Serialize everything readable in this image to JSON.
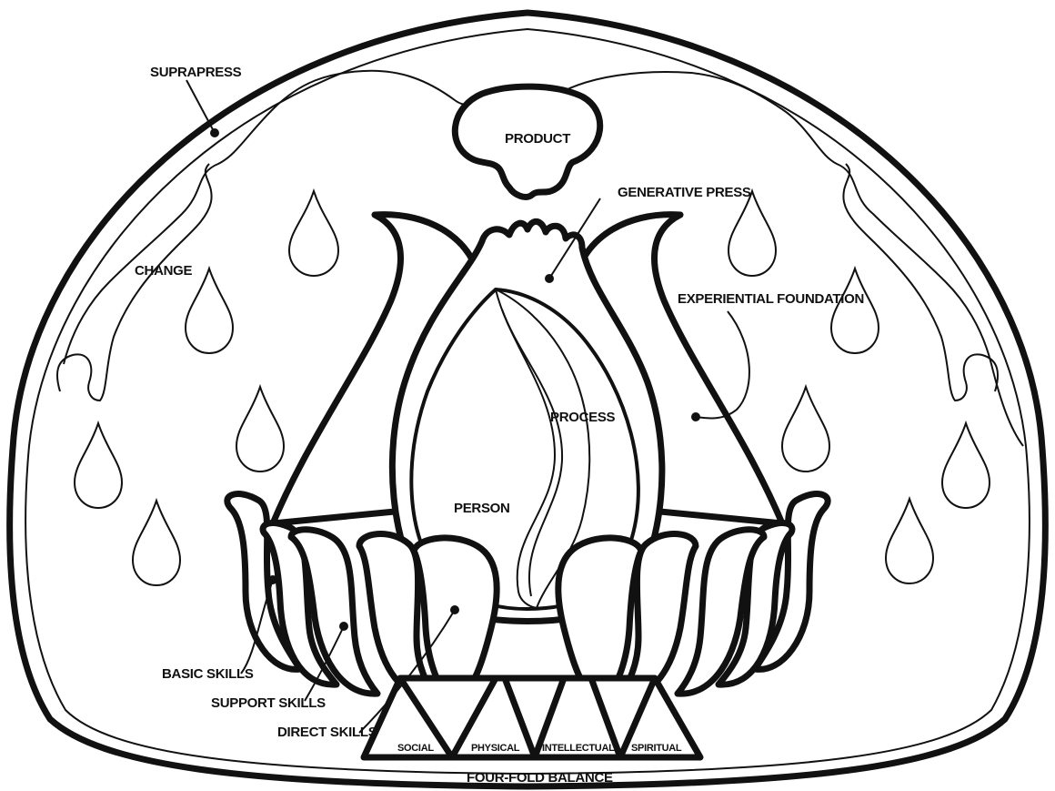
{
  "labels": {
    "suprapress": "SUPRAPRESS",
    "change": "CHANGE",
    "product": "PRODUCT",
    "generative_press": "GENERATIVE PRESS",
    "experiential_foundation": "EXPERIENTIAL FOUNDATION",
    "process": "PROCESS",
    "person": "PERSON",
    "basic_skills": "BASIC SKILLS",
    "support_skills": "SUPPORT SKILLS",
    "direct_skills": "DIRECT SKILLS",
    "four_fold_balance": "FOUR-FOLD BALANCE"
  },
  "balance_segments": [
    "SOCIAL",
    "PHYSICAL",
    "INTELLECTUAL",
    "SPIRITUAL"
  ],
  "colors": {
    "ink": "#111111",
    "paper": "#ffffff"
  }
}
